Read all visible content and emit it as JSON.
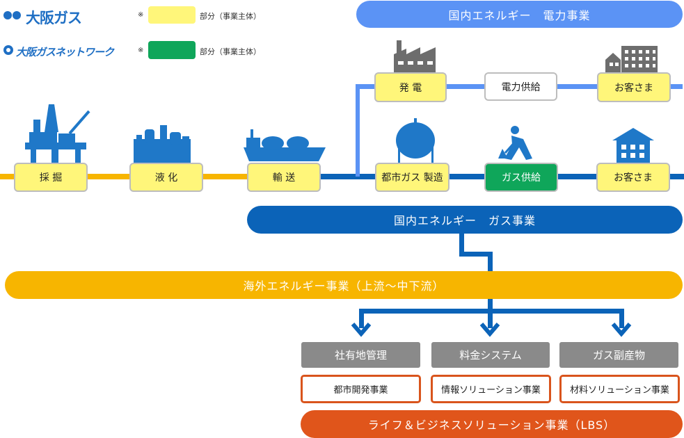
{
  "logos": {
    "osaka_gas": "大阪ガス",
    "osaka_gas_network": "大阪ガスネットワーク"
  },
  "legend": [
    {
      "mark": "※",
      "text": "部分（事業主体）",
      "color": "#fff67a"
    },
    {
      "mark": "※",
      "text": "部分（事業主体）",
      "color": "#0fa65a"
    }
  ],
  "banners": {
    "electric": "国内エネルギー　電力事業",
    "gas": "国内エネルギー　ガス事業",
    "overseas": "海外エネルギー事業（上流〜中下流）",
    "lbs": "ライフ＆ビジネスソリューション事業（LBS）"
  },
  "electric_chain": {
    "generation": "発 電",
    "supply": "電力供給",
    "customer": "お客さま"
  },
  "gas_chain": {
    "mining": "採 掘",
    "liquefaction": "液 化",
    "transport": "輸 送",
    "manufacturing": "都市ガス 製造",
    "supply": "ガス供給",
    "customer": "お客さま"
  },
  "lbs_categories": [
    "社有地管理",
    "料金システム",
    "ガス副産物"
  ],
  "lbs_businesses": [
    "都市開発事業",
    "情報ソリューション事業",
    "材料ソリューション事業"
  ],
  "colors": {
    "yellow": "#fff67a",
    "green": "#0fa65a",
    "navy": "#0b63b8",
    "light_blue": "#5b93f5",
    "orange_line": "#f7b500",
    "orange_red": "#e0551b",
    "gray": "#8a8a8a",
    "icon_gray": "#6d6d6d",
    "icon_blue": "#1f78c8"
  },
  "icons": [
    "oil-rig-icon",
    "liquefaction-plant-icon",
    "lng-ship-icon",
    "factory-icon",
    "gas-tank-icon",
    "worker-icon",
    "apartment-icon",
    "house-icon"
  ]
}
